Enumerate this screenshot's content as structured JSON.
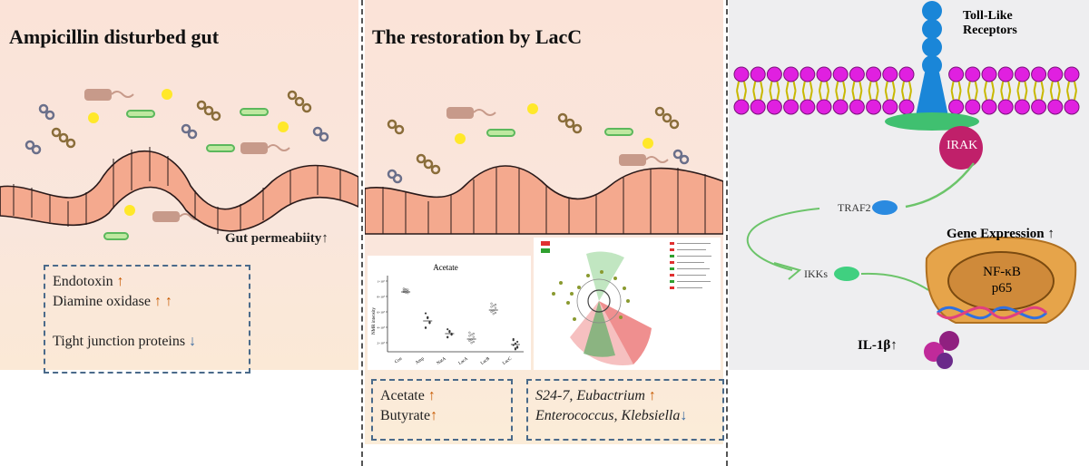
{
  "left_panel": {
    "title": "Ampicillin disturbed gut",
    "gut_label": "Gut permeabiity↑",
    "box": {
      "line1_text": "Endotoxin ",
      "line1_arrow": "↑",
      "line2_text": "Diamine oxidase ",
      "line2_arrow": "↑ ↑",
      "line3_text": "Tight junction proteins ",
      "line3_arrow": "↓"
    }
  },
  "middle_panel": {
    "title": "The restoration by LacC",
    "chart": {
      "title": "Acetate",
      "ylabel": "NMR intensity",
      "yticks": [
        "1×10⁶",
        "8×10⁵",
        "6×10⁵",
        "4×10⁵",
        "2×10⁵"
      ],
      "categories": [
        "Con",
        "Amp",
        "NatA",
        "LacA",
        "LacB",
        "LacC"
      ]
    },
    "box_left": {
      "line1_text": "Acetate ",
      "line1_arrow": "↑",
      "line2_text": "Butyrate",
      "line2_arrow": "↑"
    },
    "box_right": {
      "line1_text": "S24-7, Eubactrium ",
      "line1_arrow": "↑",
      "line2_text": "Enterococcus, Klebsiella",
      "line2_arrow": "↓"
    }
  },
  "right_panel": {
    "receptor_label_1": "Toll-Like",
    "receptor_label_2": "Receptors",
    "irak": "IRAK",
    "traf2": "TRAF2",
    "ikks": "IKKs",
    "gene_expression": "Gene Expression ↑",
    "nfkb_1": "NF-κB",
    "nfkb_2": "p65",
    "il1b": "IL-1β↑"
  },
  "colors": {
    "panel_bg": "#fbe3d8",
    "box_border": "#4a6a8a",
    "arrow_up": "#c85a00",
    "membrane_head": "#e020e0",
    "receptor": "#1a86d8",
    "signal_line": "#6cc46a"
  }
}
